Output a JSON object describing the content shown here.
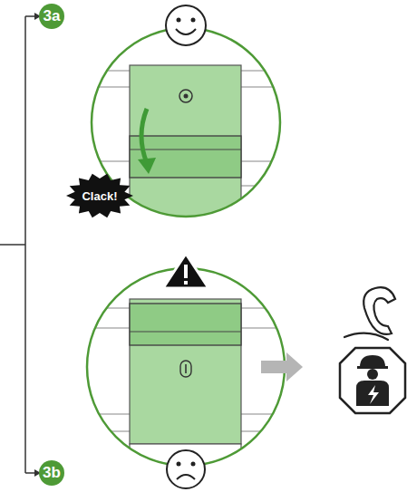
{
  "diagram": {
    "nodes": [
      {
        "text": [
          "3a"
        ]
      },
      {
        "text": [
          "Clack!"
        ]
      },
      {
        "text": [
          "3b"
        ]
      }
    ]
  }
}
